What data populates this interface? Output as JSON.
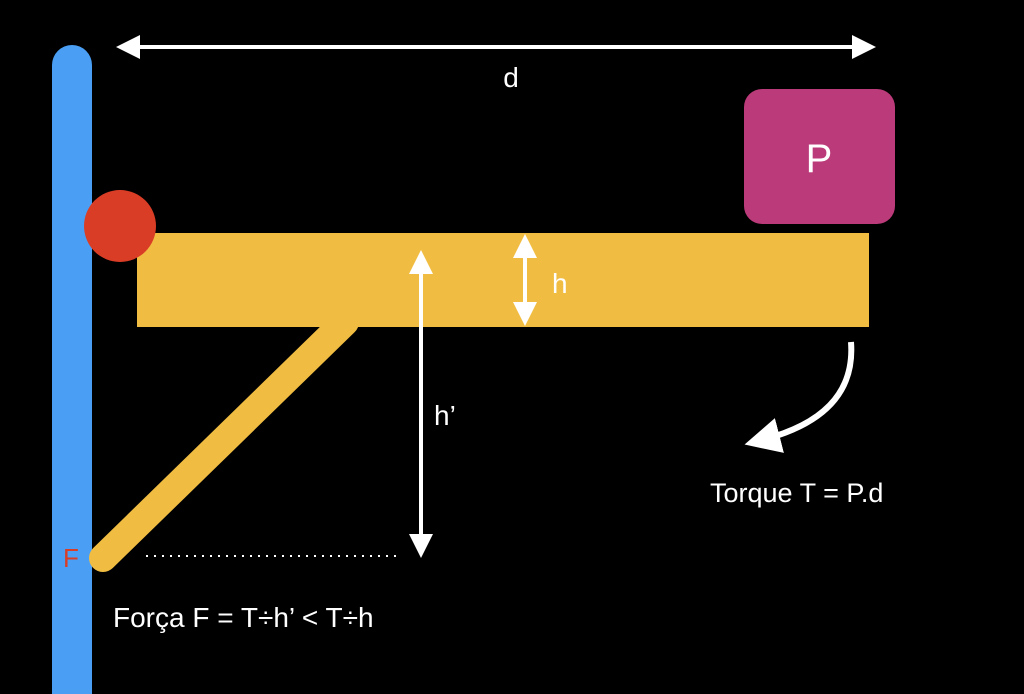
{
  "labels": {
    "distance": "d",
    "weight": "P",
    "beam_height": "h",
    "strut_height": "h’",
    "force_point": "F",
    "torque_formula": "Torque T = P.d",
    "force_formula": "Força F = T÷h’ < T÷h"
  },
  "colors": {
    "background": "#000000",
    "pole": "#4a9ff5",
    "pivot": "#d93d26",
    "beam": "#f0bd42",
    "weight": "#bb3a7a",
    "arrows": "#ffffff",
    "force_label": "#d93d26"
  }
}
